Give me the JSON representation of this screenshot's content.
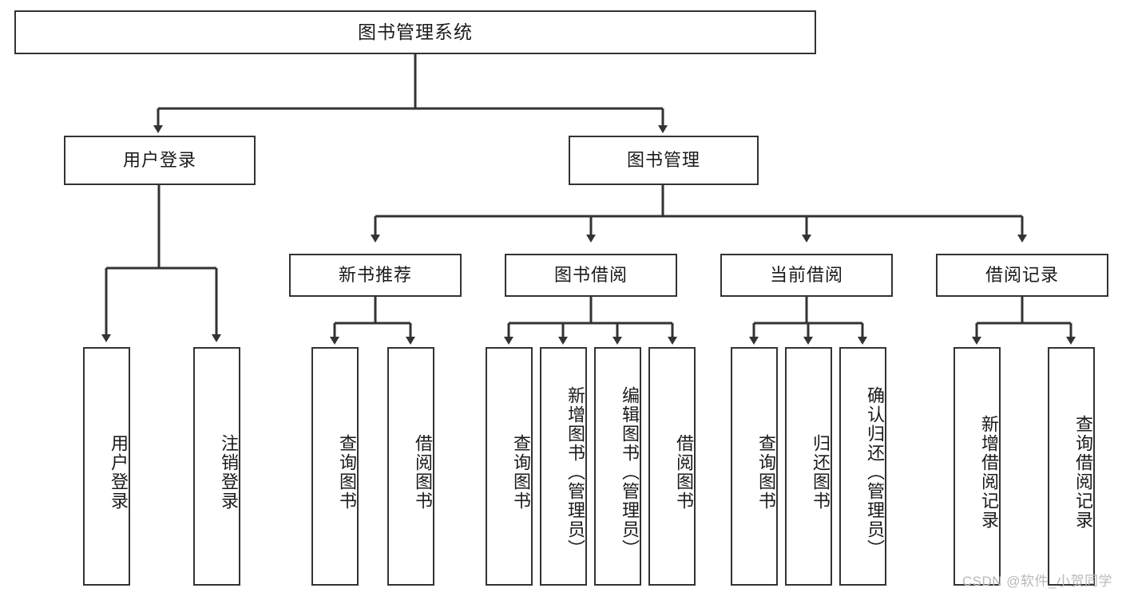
{
  "diagram": {
    "type": "tree-hierarchy",
    "title": "图书管理系统",
    "root": {
      "label": "图书管理系统"
    },
    "level2": [
      {
        "label": "用户登录"
      },
      {
        "label": "图书管理"
      }
    ],
    "level3": [
      {
        "label": "新书推荐"
      },
      {
        "label": "图书借阅"
      },
      {
        "label": "当前借阅"
      },
      {
        "label": "借阅记录"
      }
    ],
    "leaves": {
      "user_login": [
        {
          "label": "用户登录"
        },
        {
          "label": "注销登录"
        }
      ],
      "new_book_recommend": [
        {
          "label": "查询图书"
        },
        {
          "label": "借阅图书"
        }
      ],
      "book_borrow": [
        {
          "label": "查询图书"
        },
        {
          "label": "新增图书（管理员）"
        },
        {
          "label": "编辑图书（管理员）"
        },
        {
          "label": "借阅图书"
        }
      ],
      "current_borrow": [
        {
          "label": "查询图书"
        },
        {
          "label": "归还图书"
        },
        {
          "label": "确认归还（管理员）"
        }
      ],
      "borrow_record": [
        {
          "label": "新增借阅记录"
        },
        {
          "label": "查询借阅记录"
        }
      ]
    }
  },
  "watermark": {
    "text": "CSDN @软件_小贺同学"
  },
  "colors": {
    "stroke": "#333333",
    "box_fill": "#ffffff",
    "text": "#1a1a1a",
    "watermark": "#b9b9b9"
  }
}
